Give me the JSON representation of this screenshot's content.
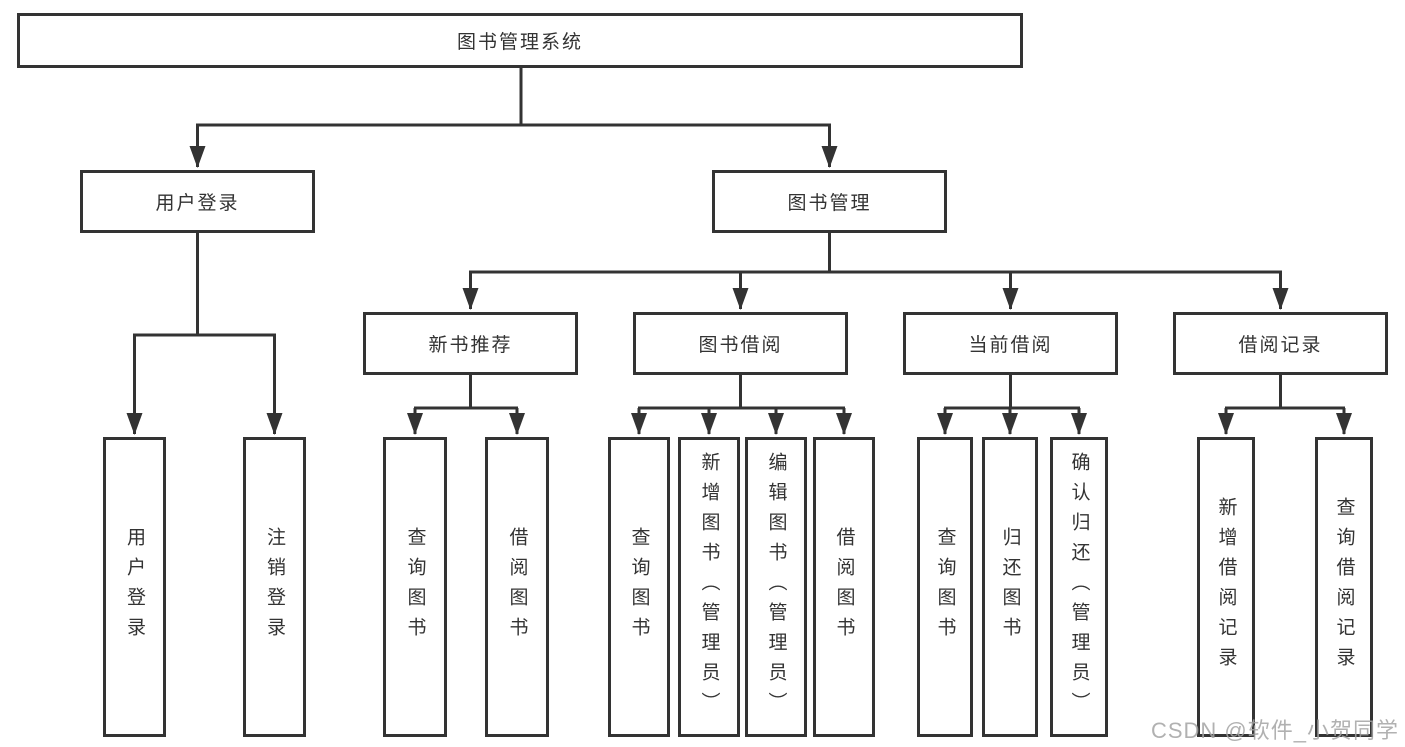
{
  "diagram": {
    "root": {
      "label": "图书管理系统"
    },
    "branches": [
      {
        "label": "用户登录",
        "children": [
          {
            "label": "用户登录"
          },
          {
            "label": "注销登录"
          }
        ]
      },
      {
        "label": "图书管理",
        "children": [
          {
            "label": "新书推荐",
            "children": [
              {
                "label": "查询图书"
              },
              {
                "label": "借阅图书"
              }
            ]
          },
          {
            "label": "图书借阅",
            "children": [
              {
                "label": "查询图书"
              },
              {
                "label": "新增图书（管理员）"
              },
              {
                "label": "编辑图书（管理员）"
              },
              {
                "label": "借阅图书"
              }
            ]
          },
          {
            "label": "当前借阅",
            "children": [
              {
                "label": "查询图书"
              },
              {
                "label": "归还图书"
              },
              {
                "label": "确认归还（管理员）"
              }
            ]
          },
          {
            "label": "借阅记录",
            "children": [
              {
                "label": "新增借阅记录"
              },
              {
                "label": "查询借阅记录"
              }
            ]
          }
        ]
      }
    ]
  },
  "watermark": {
    "text": "CSDN @软件_小贺同学"
  },
  "colors": {
    "line": "#333333",
    "text": "#333333",
    "box_background": "#ffffff",
    "watermark": "#a3a3a3",
    "background": "#ffffff"
  }
}
